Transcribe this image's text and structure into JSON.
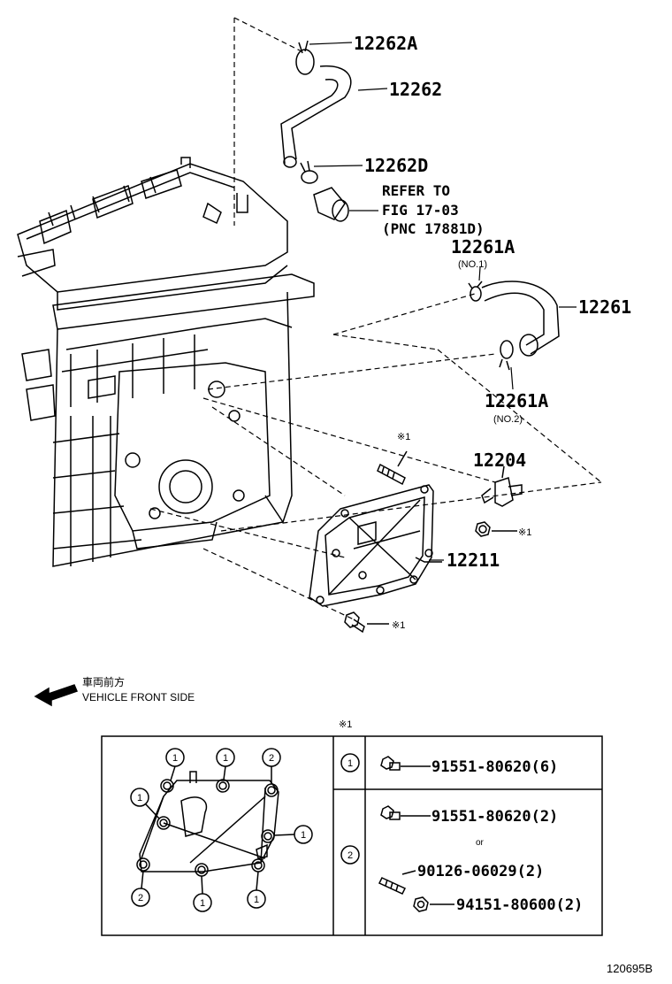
{
  "callouts": {
    "p12262A": "12262A",
    "p12262": "12262",
    "p12262D": "12262D",
    "refer_line1": "REFER TO",
    "refer_line2": "FIG 17-03",
    "refer_line3": "(PNC 17881D)",
    "p12261A_top": "12261A",
    "no1": "(NO.1)",
    "p12261": "12261",
    "p12261A_bottom": "12261A",
    "no2": "(NO.2)",
    "p12204": "12204",
    "p12211": "12211",
    "mark_stud": "※1",
    "mark_nut": "※1",
    "mark_bolt": "※1"
  },
  "legend": {
    "japanese": "車両前方",
    "english": "VEHICLE FRONT SIDE"
  },
  "table": {
    "mark": "※1",
    "row1": {
      "circle": "1",
      "part": "91551-80620(6)"
    },
    "row2": {
      "circle": "2",
      "part_a": "91551-80620(2)",
      "or": "or",
      "part_b": "90126-06029(2)",
      "part_c": "94151-80600(2)"
    },
    "plate_circles": [
      "1",
      "1",
      "2",
      "1",
      "1",
      "2",
      "1",
      "1"
    ]
  },
  "footer": {
    "code": "120695B"
  }
}
